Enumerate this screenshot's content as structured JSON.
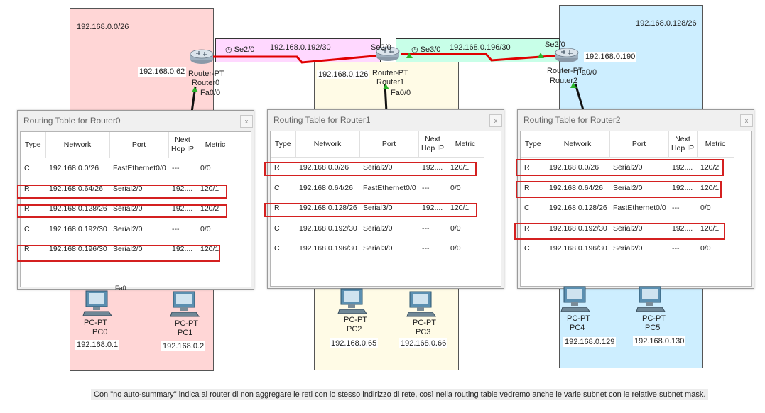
{
  "networks": {
    "lan0": "192.168.0.0/26",
    "lan1": "192.168.0.64/26",
    "lan2": "192.168.0.128/26",
    "serial_left": "192.168.0.192/30",
    "serial_right": "192.168.0.196/30"
  },
  "routers": {
    "r0": {
      "type": "Router-PT",
      "name": "Router0",
      "ip": "192.168.0.62",
      "serial_port": "Se2/0",
      "lan_port": "Fa0/0"
    },
    "r1": {
      "type": "Router-PT",
      "name": "Router1",
      "ip": "192.168.0.126",
      "serial_port_left": "Se2/0",
      "serial_port_right": "Se3/0",
      "lan_port": "Fa0/0"
    },
    "r2": {
      "type": "Router-PT",
      "name": "Router2",
      "ip": "192.168.0.190",
      "serial_port": "Se2/0",
      "lan_port": "Fa0/0"
    }
  },
  "pcs": [
    {
      "type": "PC-PT",
      "name": "PC0",
      "ip": "192.168.0.1"
    },
    {
      "type": "PC-PT",
      "name": "PC1",
      "ip": "192.168.0.2"
    },
    {
      "type": "PC-PT",
      "name": "PC2",
      "ip": "192.168.0.65"
    },
    {
      "type": "PC-PT",
      "name": "PC3",
      "ip": "192.168.0.66"
    },
    {
      "type": "PC-PT",
      "name": "PC4",
      "ip": "192.168.0.129"
    },
    {
      "type": "PC-PT",
      "name": "PC5",
      "ip": "192.168.0.130"
    }
  ],
  "fa_stub_label": "Fa0",
  "columns": {
    "type": "Type",
    "network": "Network",
    "port": "Port",
    "next_hop_1": "Next",
    "next_hop_2": "Hop IP",
    "metric": "Metric"
  },
  "close_glyph": "x",
  "tables": [
    {
      "title": "Routing Table for Router0",
      "rows": [
        {
          "type": "C",
          "network": "192.168.0.0/26",
          "port": "FastEthernet0/0",
          "next_hop": "---",
          "metric": "0/0",
          "highlight": false
        },
        {
          "type": "R",
          "network": "192.168.0.64/26",
          "port": "Serial2/0",
          "next_hop": "192....",
          "metric": "120/1",
          "highlight": true
        },
        {
          "type": "R",
          "network": "192.168.0.128/26",
          "port": "Serial2/0",
          "next_hop": "192....",
          "metric": "120/2",
          "highlight": true
        },
        {
          "type": "C",
          "network": "192.168.0.192/30",
          "port": "Serial2/0",
          "next_hop": "---",
          "metric": "0/0",
          "highlight": false
        },
        {
          "type": "R",
          "network": "192.168.0.196/30",
          "port": "Serial2/0",
          "next_hop": "192....",
          "metric": "120/1",
          "highlight": true
        }
      ]
    },
    {
      "title": "Routing Table for Router1",
      "rows": [
        {
          "type": "R",
          "network": "192.168.0.0/26",
          "port": "Serial2/0",
          "next_hop": "192....",
          "metric": "120/1",
          "highlight": true
        },
        {
          "type": "C",
          "network": "192.168.0.64/26",
          "port": "FastEthernet0/0",
          "next_hop": "---",
          "metric": "0/0",
          "highlight": false
        },
        {
          "type": "R",
          "network": "192.168.0.128/26",
          "port": "Serial3/0",
          "next_hop": "192....",
          "metric": "120/1",
          "highlight": true
        },
        {
          "type": "C",
          "network": "192.168.0.192/30",
          "port": "Serial2/0",
          "next_hop": "---",
          "metric": "0/0",
          "highlight": false
        },
        {
          "type": "C",
          "network": "192.168.0.196/30",
          "port": "Serial3/0",
          "next_hop": "---",
          "metric": "0/0",
          "highlight": false
        }
      ]
    },
    {
      "title": "Routing Table for Router2",
      "rows": [
        {
          "type": "R",
          "network": "192.168.0.0/26",
          "port": "Serial2/0",
          "next_hop": "192....",
          "metric": "120/2",
          "highlight": true
        },
        {
          "type": "R",
          "network": "192.168.0.64/26",
          "port": "Serial2/0",
          "next_hop": "192....",
          "metric": "120/1",
          "highlight": true
        },
        {
          "type": "C",
          "network": "192.168.0.128/26",
          "port": "FastEthernet0/0",
          "next_hop": "---",
          "metric": "0/0",
          "highlight": false
        },
        {
          "type": "R",
          "network": "192.168.0.192/30",
          "port": "Serial2/0",
          "next_hop": "192....",
          "metric": "120/1",
          "highlight": true
        },
        {
          "type": "C",
          "network": "192.168.0.196/30",
          "port": "Serial2/0",
          "next_hop": "---",
          "metric": "0/0",
          "highlight": false
        }
      ]
    }
  ],
  "caption": "Con \"no auto-summary\" indica al router di non aggregare le reti con lo stesso indirizzo di rete, così nella routing table vedremo anche le varie subnet con le relative subnet mask.",
  "colors": {
    "lan0_bg": "#ffd6d6",
    "lan1_bg": "#fffbe6",
    "lan2_bg": "#cdeeff",
    "serial_left_bg": "#ffd8ff",
    "serial_right_bg": "#c8ffe8",
    "serial_link": "#e00000",
    "highlight": "#d42020"
  },
  "icons": [
    "router-icon",
    "pc-icon",
    "clock-icon",
    "close-icon"
  ]
}
